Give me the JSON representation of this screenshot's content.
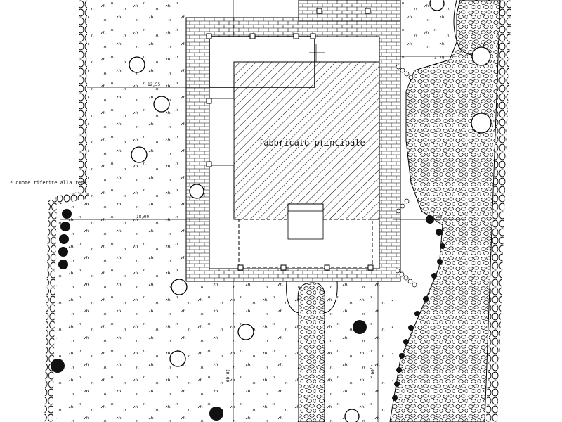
{
  "drawing": {
    "main_building_label": "fabbricato principale",
    "note_label": "* quote riferite alla rete",
    "dims": {
      "top_right": "3,70",
      "upper_left": "12,55",
      "middle_left": "18,00",
      "middle_right": "4,00",
      "lower_mid": "10,00",
      "lower_right": "7,00"
    }
  },
  "colors": {
    "line": "#000000",
    "background": "#ffffff"
  }
}
